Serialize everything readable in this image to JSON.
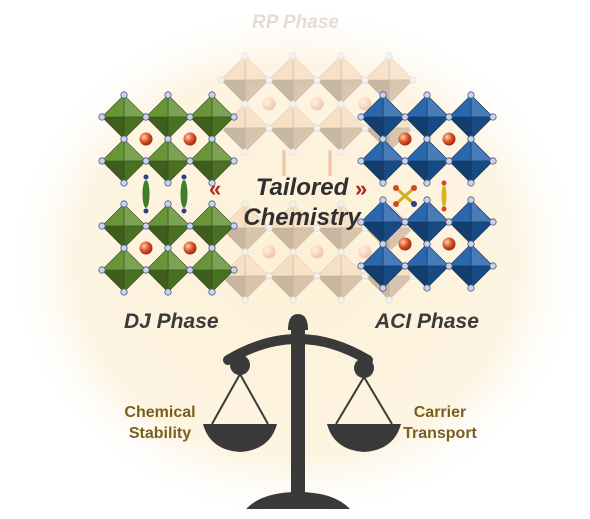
{
  "labels": {
    "rp_phase": "RP Phase",
    "dj_phase": "DJ Phase",
    "aci_phase": "ACI Phase",
    "tailored_line1": "Tailored",
    "tailored_line2": "Chemistry",
    "chemical_line1": "Chemical",
    "chemical_line2": "Stability",
    "carrier_line1": "Carrier",
    "carrier_line2": "Transport",
    "arrow_left": "«",
    "arrow_right": "»"
  },
  "colors": {
    "glow": "#fdf1d8",
    "dj_octahedron": "#5f8f2e",
    "aci_octahedron": "#1f5fa8",
    "rp_octahedron": "#f1cfae",
    "cation": "#d4512b",
    "scale": "#3a3a3a",
    "accent_text": "#7a5e1c",
    "arrow": "#b3261e"
  }
}
